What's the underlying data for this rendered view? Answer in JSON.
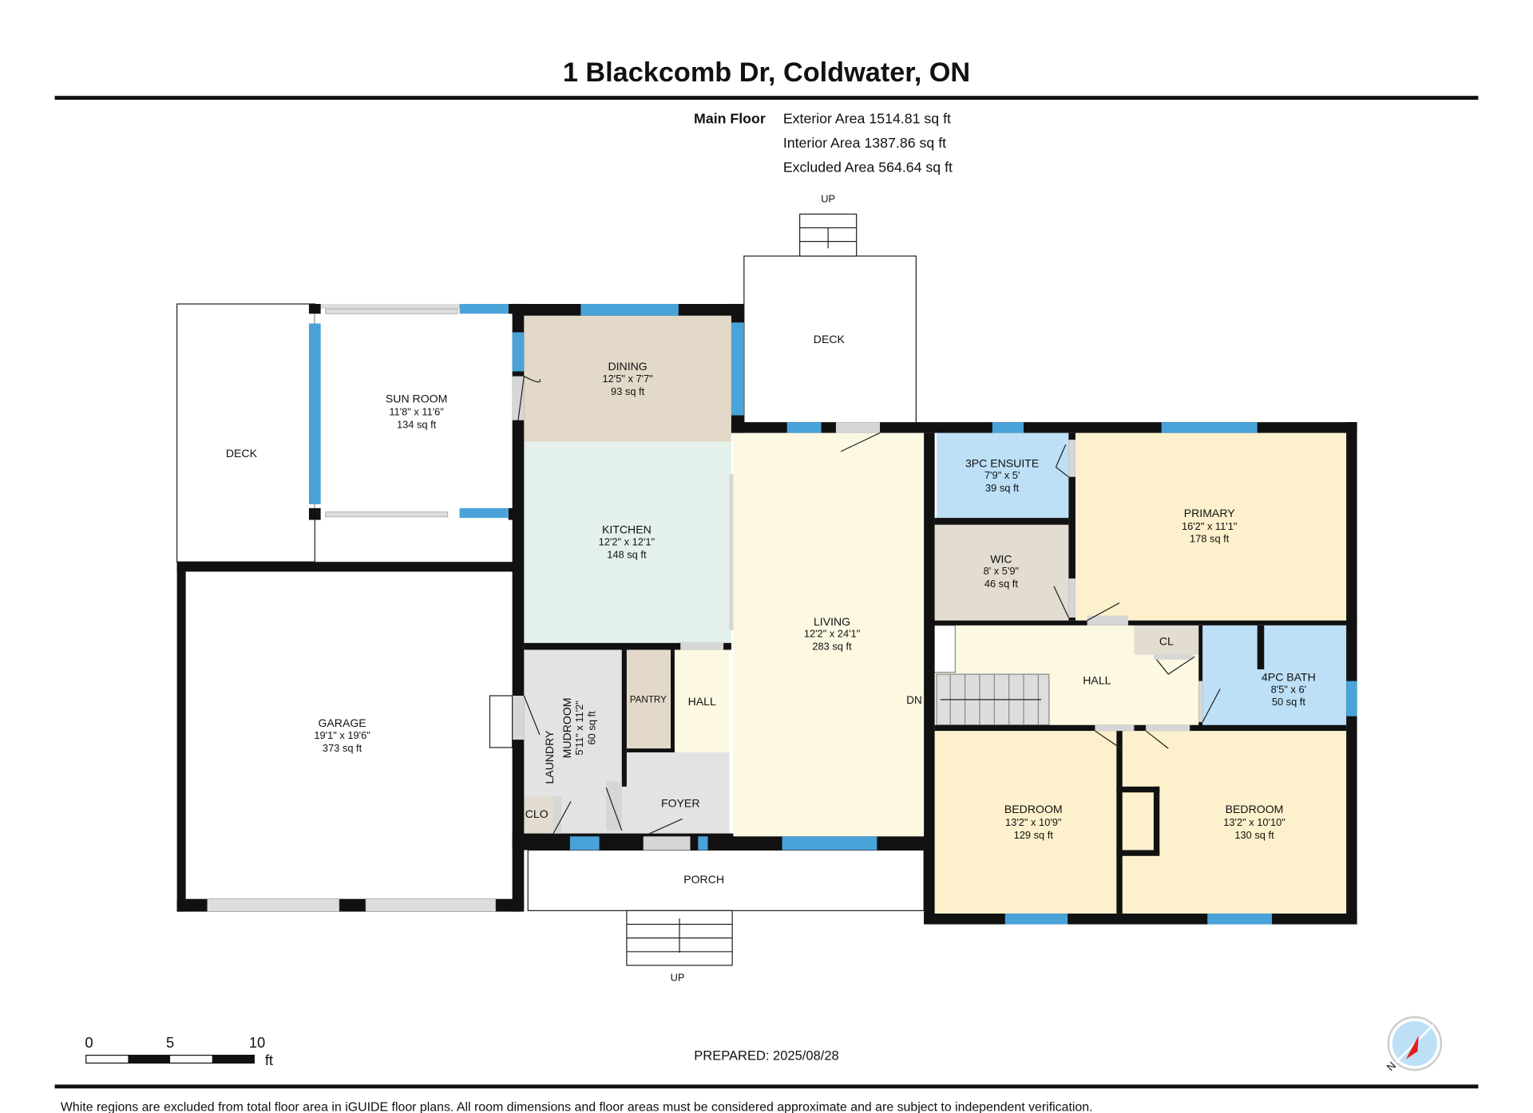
{
  "title": "1 Blackcomb Dr, Coldwater, ON",
  "floor": {
    "name": "Main Floor",
    "exterior_area": "Exterior Area 1514.81 sq ft",
    "interior_area": "Interior Area 1387.86 sq ft",
    "excluded_area": "Excluded Area 564.64 sq ft"
  },
  "rooms": {
    "deck_left": {
      "name": "DECK"
    },
    "deck_top": {
      "name": "DECK"
    },
    "sun_room": {
      "name": "SUN ROOM",
      "dims": "11'8\" x 11'6\"",
      "area": "134 sq ft"
    },
    "dining": {
      "name": "DINING",
      "dims": "12'5\" x 7'7\"",
      "area": "93 sq ft"
    },
    "kitchen": {
      "name": "KITCHEN",
      "dims": "12'2\" x 12'1\"",
      "area": "148 sq ft"
    },
    "living": {
      "name": "LIVING",
      "dims": "12'2\" x 24'1\"",
      "area": "283 sq ft"
    },
    "ensuite": {
      "name": "3PC ENSUITE",
      "dims": "7'9\" x 5'",
      "area": "39 sq ft"
    },
    "wic": {
      "name": "WIC",
      "dims": "8' x 5'9\"",
      "area": "46 sq ft"
    },
    "primary": {
      "name": "PRIMARY",
      "dims": "16'2\" x 11'1\"",
      "area": "178 sq ft"
    },
    "hall_main": {
      "name": "HALL"
    },
    "closet": {
      "name": "CL"
    },
    "bath": {
      "name": "4PC BATH",
      "dims": "8'5\" x 6'",
      "area": "50 sq ft"
    },
    "bedroom1": {
      "name": "BEDROOM",
      "dims": "13'2\" x 10'9\"",
      "area": "129 sq ft"
    },
    "bedroom2": {
      "name": "BEDROOM",
      "dims": "13'2\" x 10'10\"",
      "area": "130 sq ft"
    },
    "garage": {
      "name": "GARAGE",
      "dims": "19'1\" x 19'6\"",
      "area": "373 sq ft"
    },
    "mudroom": {
      "name": "MUDROOM",
      "dims": "5'11\" x 11'2\"",
      "area": "60 sq ft"
    },
    "laundry": {
      "name": "LAUNDRY"
    },
    "pantry": {
      "name": "PANTRY"
    },
    "hall_small": {
      "name": "HALL"
    },
    "foyer": {
      "name": "FOYER"
    },
    "clo": {
      "name": "CLO"
    },
    "porch": {
      "name": "PORCH"
    }
  },
  "stairs": {
    "up_top": "UP",
    "up_bottom": "UP",
    "down": "DN"
  },
  "scale": {
    "t0": "0",
    "t5": "5",
    "t10": "10",
    "unit": "ft"
  },
  "prepared": "PREPARED: 2025/08/28",
  "compass": {
    "label": "N"
  },
  "disclaimer": "White regions are excluded from total floor area in iGUIDE floor plans. All room dimensions and floor areas must be considered approximate and are subject to independent verification.",
  "colors": {
    "window": "#4aa3d8",
    "blue_room": "#bde0f7",
    "tan_room": "#e3d9c9",
    "cream_room": "#fdf8e2",
    "yellow_room": "#fdf0cc",
    "gray_room": "#e3e3e3",
    "kitchen": "#e4f1ea"
  }
}
